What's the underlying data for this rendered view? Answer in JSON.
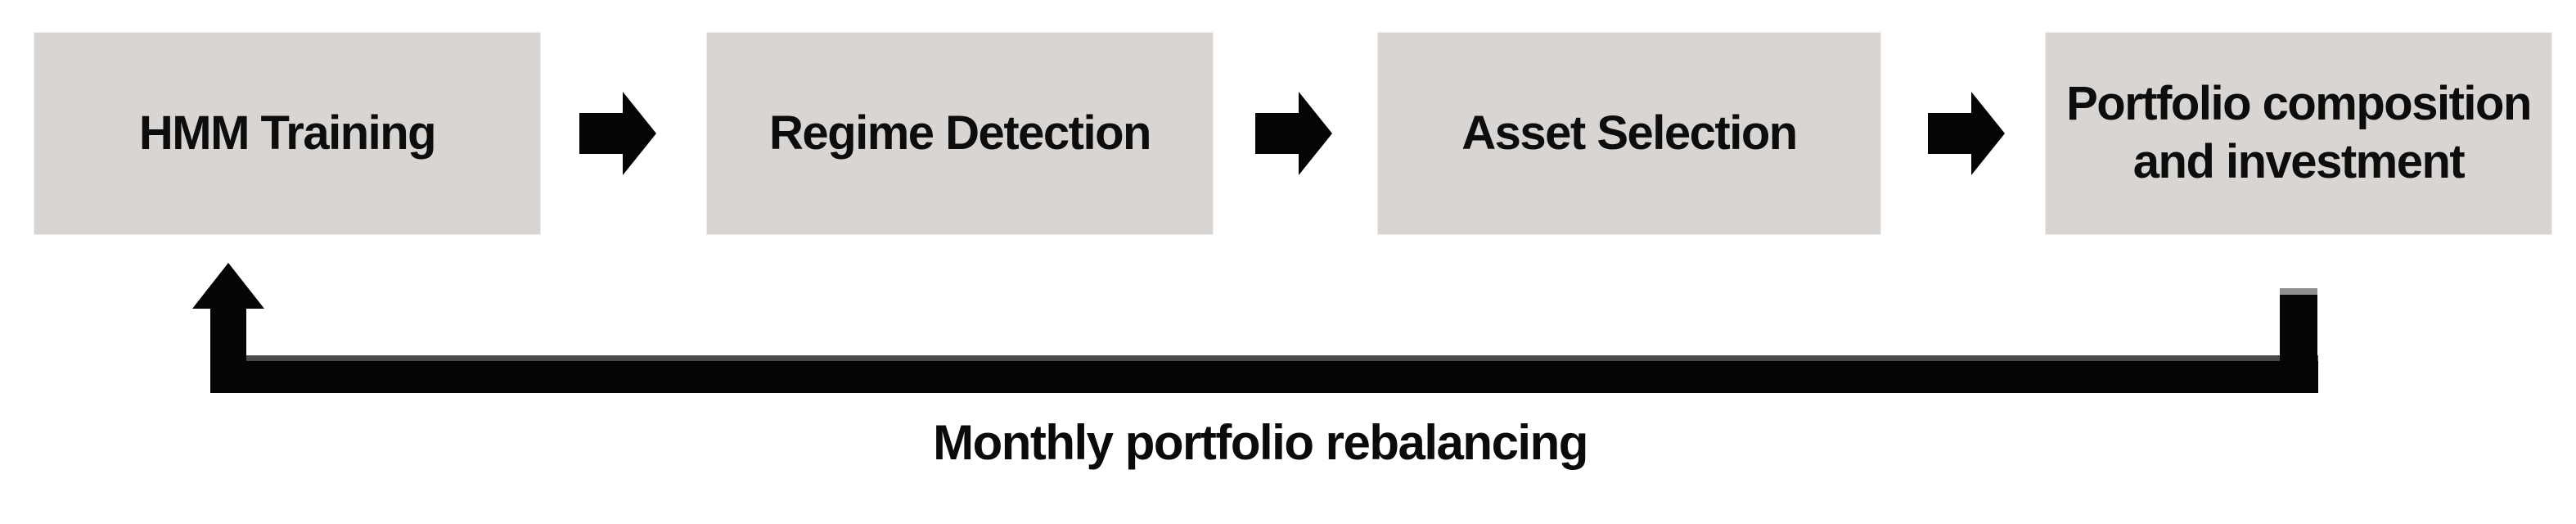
{
  "diagram": {
    "type": "flowchart",
    "background_color": "#ffffff",
    "steps": [
      {
        "label": "HMM Training"
      },
      {
        "label": "Regime Detection"
      },
      {
        "label": "Asset Selection"
      },
      {
        "label": "Portfolio composition and investment"
      }
    ],
    "forward_connectors": {
      "count": 3,
      "icon": "right-block-arrow",
      "color": "#050505"
    },
    "feedback_loop": {
      "label": "Monthly portfolio rebalancing",
      "direction": "from last step back to first step",
      "arrowhead_icon": "up-block-arrow",
      "color": "#050505"
    },
    "colors": {
      "box_fill": "#d8d5d2",
      "arrow_black": "#050505",
      "bar_top_shadow": "#4a4a4a",
      "text": "#0d0d0d"
    }
  }
}
